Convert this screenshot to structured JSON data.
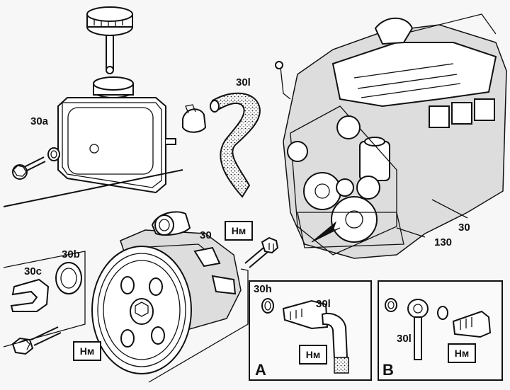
{
  "labels": {
    "reservoir": "30a",
    "hose_top": "30l",
    "pump": "30",
    "engine_ref": "30",
    "engine_mount": "130",
    "seal_ring": "30b",
    "bracket": "30c",
    "gasket_a": "30h",
    "line_a": "30l",
    "line_b": "30l"
  },
  "torque": {
    "top": "Нм",
    "bottom_left": "Нм",
    "detail_a": "Нм",
    "detail_b": "Нм"
  },
  "details": {
    "a": "A",
    "b": "B"
  }
}
